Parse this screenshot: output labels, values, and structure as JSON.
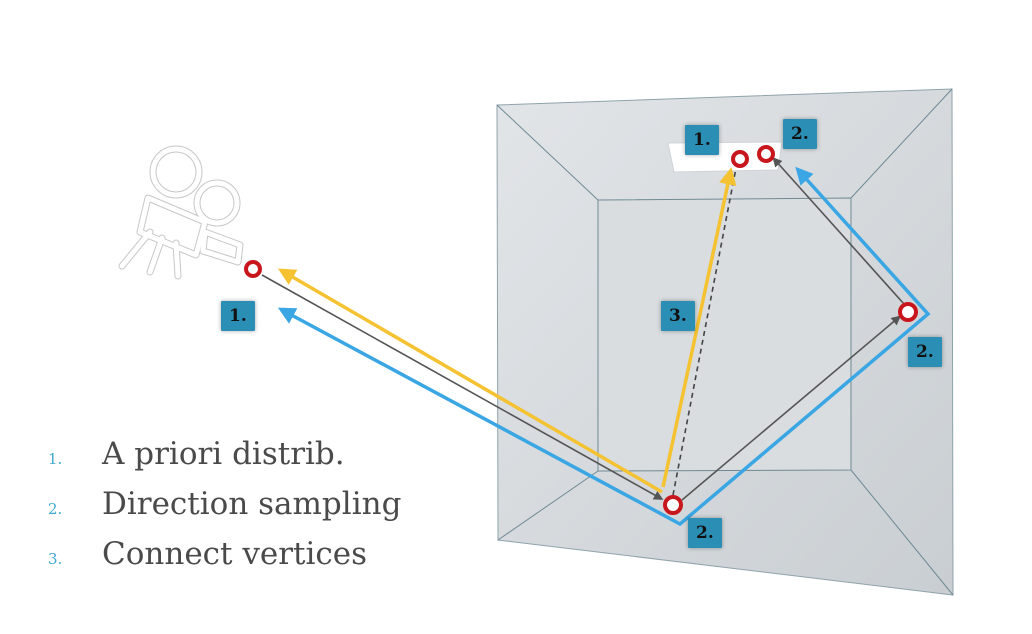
{
  "legend": {
    "items": [
      {
        "number": "1.",
        "text": "A priori distrib."
      },
      {
        "number": "2.",
        "text": "Direction sampling"
      },
      {
        "number": "3.",
        "text": "Connect vertices"
      }
    ]
  },
  "labels": {
    "camera_vertex": "1.",
    "light_vertex": "1.",
    "light_secondary": "2.",
    "floor_vertex": "2.",
    "wall_vertex": "2.",
    "connection": "3."
  },
  "colors": {
    "yellow_path": "#f5c232",
    "blue_path": "#3aa6e3",
    "gray_path": "#555555",
    "vertex_ring": "#c8161d",
    "badge": "#2b8fb5",
    "room_fill": "#d4d8dc",
    "room_edge": "#6f8a94"
  },
  "icons": {
    "camera": "movie-camera-icon",
    "vertex": "vertex-circle-icon"
  }
}
